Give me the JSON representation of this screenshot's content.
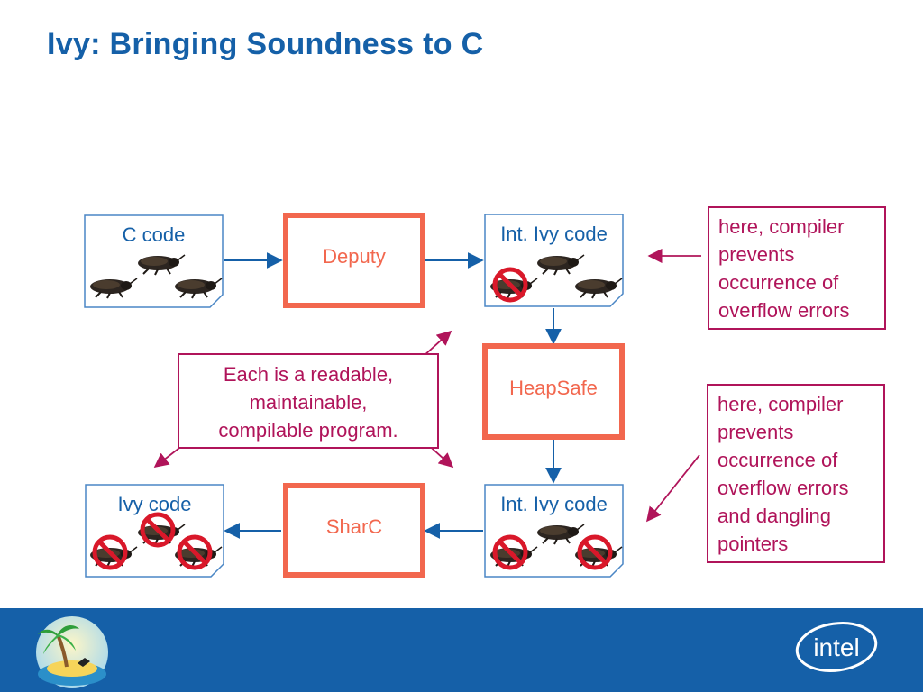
{
  "slide": {
    "title": "Ivy: Bringing Soundness to C"
  },
  "documents": {
    "c_code": "C code",
    "int_ivy_top": "Int. Ivy code",
    "int_ivy_bottom": "Int. Ivy code",
    "ivy_code": "Ivy code"
  },
  "tools": {
    "deputy": "Deputy",
    "heapsafe": "HeapSafe",
    "sharc": "SharC"
  },
  "notes": {
    "center_lines": [
      "Each is a readable,",
      "maintainable,",
      "compilable program."
    ],
    "top_right_lines": [
      "here, compiler",
      "prevents",
      "occurrence of",
      "overflow errors"
    ],
    "bottom_right_lines": [
      "here, compiler",
      "prevents",
      "occurrence of",
      "overflow errors",
      "and dangling",
      "pointers"
    ]
  },
  "logos": {
    "brand": "intel"
  },
  "colors": {
    "title_blue": "#1560a8",
    "tool_orange": "#f2674e",
    "note_magenta": "#b0145a",
    "arrow_blue": "#1560a8",
    "footer_blue": "#1560a8"
  }
}
